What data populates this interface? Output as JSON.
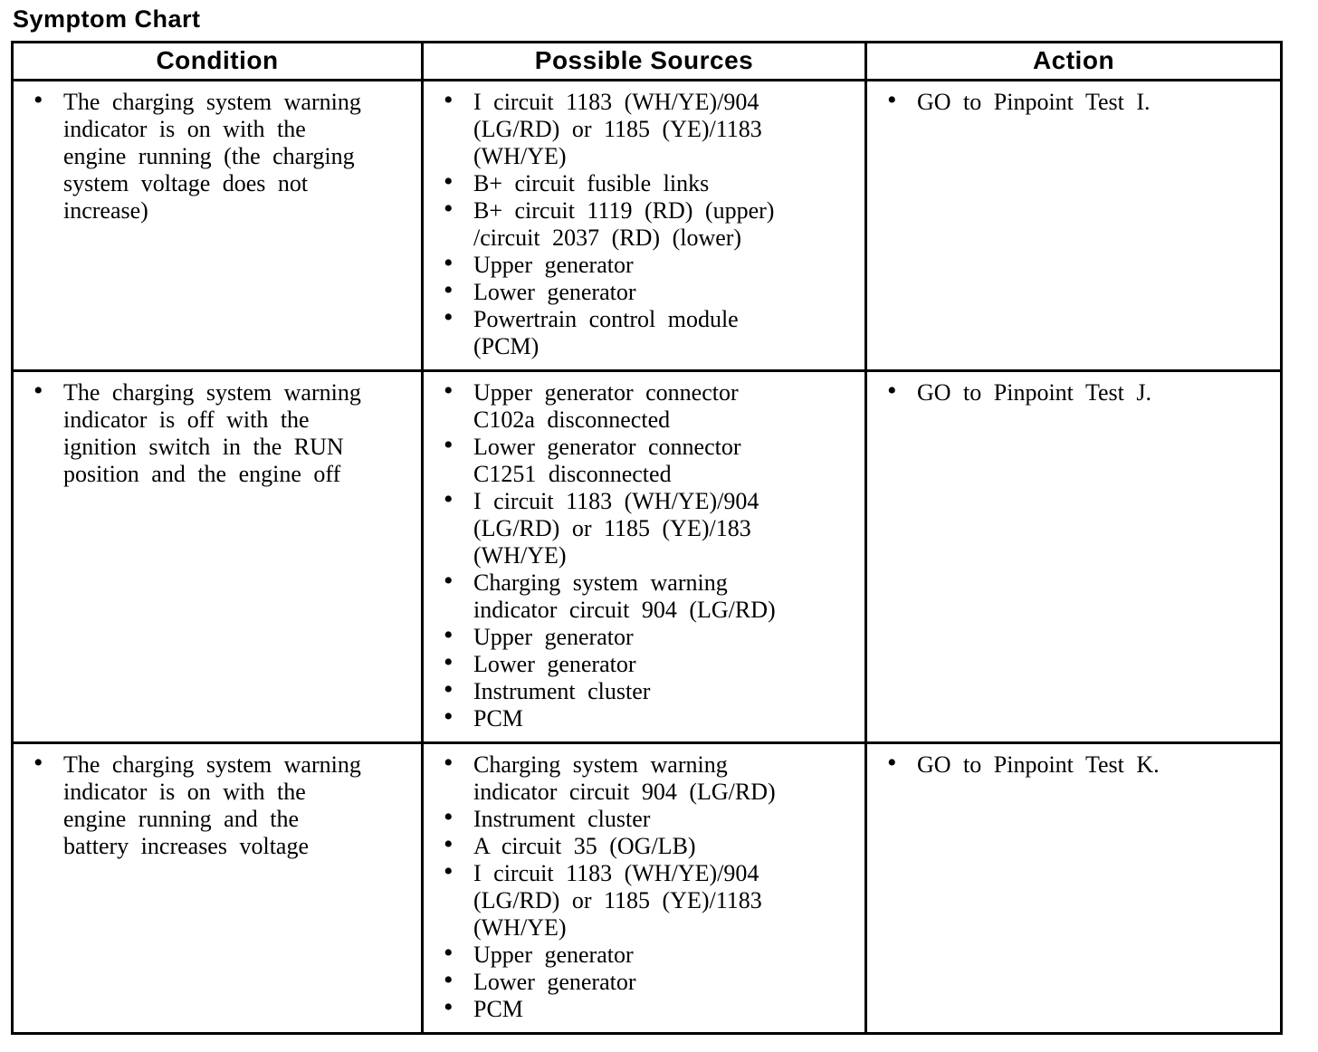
{
  "page": {
    "title": "Symptom Chart"
  },
  "colors": {
    "text": "#000000",
    "background": "#ffffff",
    "border": "#000000"
  },
  "table": {
    "headers": [
      "Condition",
      "Possible Sources",
      "Action"
    ],
    "rows": [
      {
        "condition": [
          "The charging system warning indicator is on with the engine running (the charging system voltage does not increase)"
        ],
        "sources": [
          "I circuit 1183 (WH/YE)/904 (LG/RD) or 1185 (YE)/1183 (WH/YE)",
          "B+ circuit fusible links",
          "B+ circuit 1119 (RD) (upper) /circuit 2037 (RD) (lower)",
          "Upper generator",
          "Lower generator",
          "Powertrain control module (PCM)"
        ],
        "action": [
          "GO to Pinpoint Test I."
        ]
      },
      {
        "condition": [
          "The charging system warning indicator is off with the ignition switch in the RUN position and the engine off"
        ],
        "sources": [
          "Upper generator connector C102a disconnected",
          "Lower generator connector C1251 disconnected",
          "I circuit 1183 (WH/YE)/904 (LG/RD) or 1185 (YE)/183 (WH/YE)",
          "Charging system warning indicator circuit 904 (LG/RD)",
          "Upper generator",
          "Lower generator",
          "Instrument cluster",
          "PCM"
        ],
        "action": [
          "GO to Pinpoint Test J."
        ]
      },
      {
        "condition": [
          "The charging system warning indicator is on with the engine running and the battery increases voltage"
        ],
        "sources": [
          "Charging system warning indicator circuit 904 (LG/RD)",
          "Instrument cluster",
          "A circuit 35 (OG/LB)",
          "I circuit 1183 (WH/YE)/904 (LG/RD) or 1185 (YE)/1183 (WH/YE)",
          "Upper generator",
          "Lower generator",
          "PCM"
        ],
        "action": [
          "GO to Pinpoint Test K."
        ]
      }
    ]
  }
}
